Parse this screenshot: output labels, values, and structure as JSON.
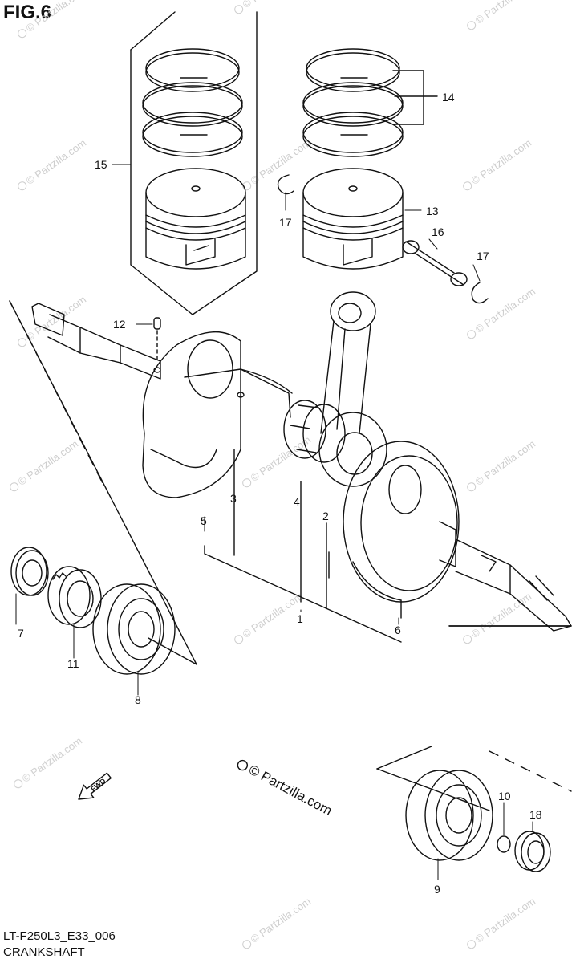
{
  "figure": {
    "title": "FIG.6",
    "code": "LT-F250L3_E33_006",
    "name": "CRANKSHAFT"
  },
  "brand_watermark": "© Partzilla.com",
  "fwd_arrow_label": "FWD",
  "callouts": [
    "1",
    "2",
    "3",
    "4",
    "5",
    "6",
    "7",
    "8",
    "9",
    "10",
    "11",
    "12",
    "13",
    "14",
    "15",
    "16",
    "17",
    "17",
    "18"
  ],
  "colors": {
    "line": "#111111",
    "watermark": "#c9c9c9",
    "background": "#ffffff"
  }
}
